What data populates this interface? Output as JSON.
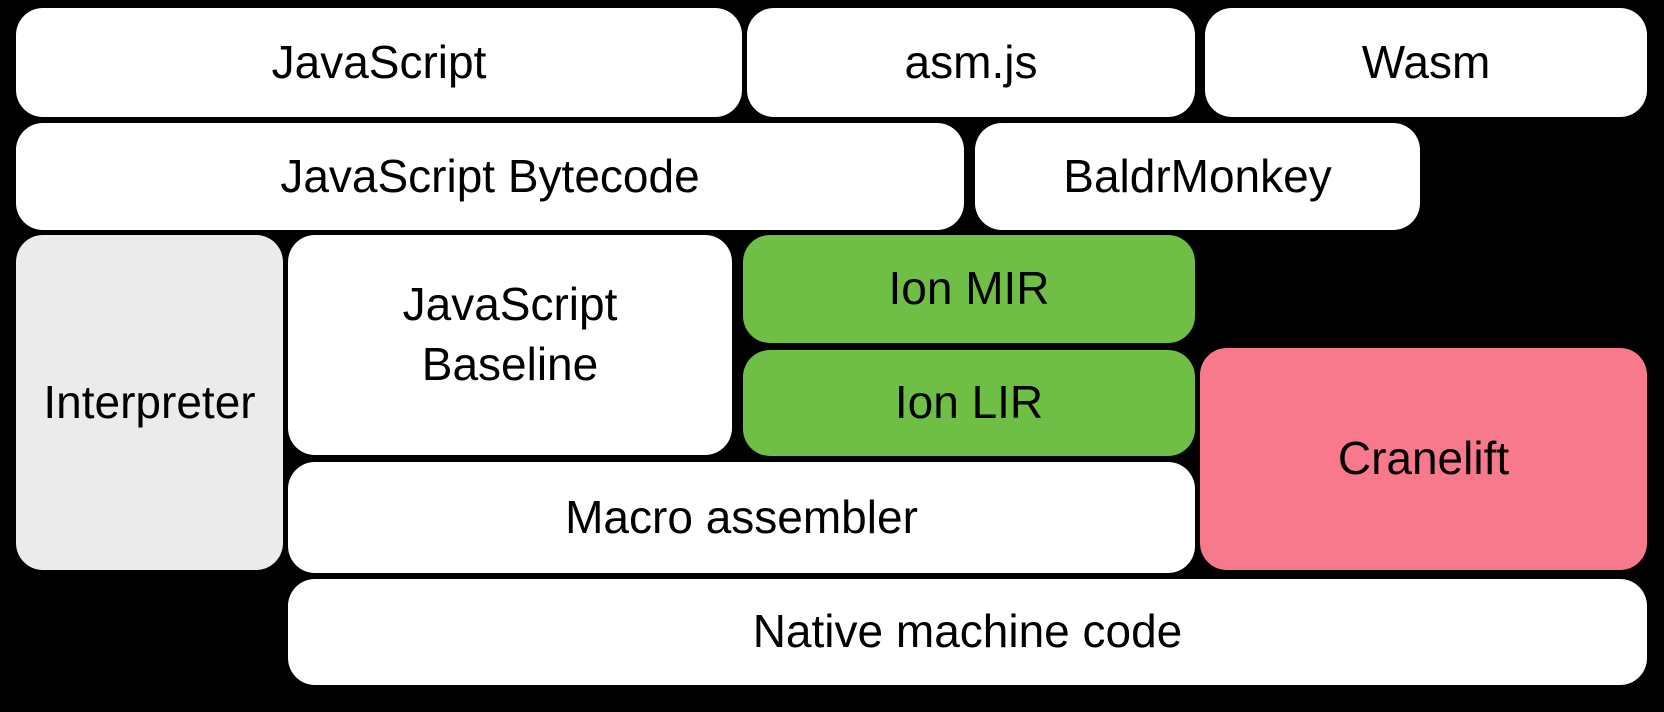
{
  "diagram": {
    "boxes": {
      "javascript": {
        "label": "JavaScript"
      },
      "asmjs": {
        "label": "asm.js"
      },
      "wasm": {
        "label": "Wasm"
      },
      "js_bytecode": {
        "label": "JavaScript Bytecode"
      },
      "baldrmonkey": {
        "label": "BaldrMonkey"
      },
      "interpreter": {
        "label": "Interpreter"
      },
      "js_baseline": {
        "label": "JavaScript\nBaseline"
      },
      "ion_mir": {
        "label": "Ion MIR"
      },
      "ion_lir": {
        "label": "Ion LIR"
      },
      "cranelift": {
        "label": "Cranelift"
      },
      "macro_assembler": {
        "label": "Macro assembler"
      },
      "native_machine_code": {
        "label": "Native machine code"
      }
    },
    "colors": {
      "background": "#000000",
      "box_default": "#ffffff",
      "interpreter_gray": "#ebebeb",
      "ion_green": "#6fbe45",
      "cranelift_pink": "#f8798b",
      "text": "#000000"
    }
  }
}
